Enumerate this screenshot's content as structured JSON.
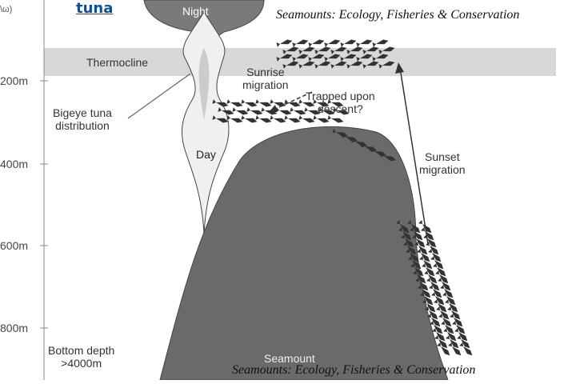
{
  "title_link": "tuna",
  "top_left_fragment": "\\ω)",
  "captions": {
    "top": "Seamounts: Ecology, Fisheries & Conservation",
    "bottom": "Seamounts: Ecology, Fisheries & Conservation"
  },
  "labels": {
    "night": "Night",
    "day": "Day",
    "thermocline": "Thermocline",
    "bigeye_line1": "Bigeye tuna",
    "bigeye_line2": "distribution",
    "sunrise_line1": "Sunrise",
    "sunrise_line2": "migration",
    "trapped_line1": "Trapped upon",
    "trapped_line2": "descent?",
    "sunset_line1": "Sunset",
    "sunset_line2": "migration",
    "bottom_line1": "Bottom depth",
    "bottom_line2": ">4000m",
    "seamount": "Seamount"
  },
  "depth_ticks": [
    "200m",
    "400m",
    "600m",
    "800m"
  ],
  "colors": {
    "seamount": "#6a6a6a",
    "thermocline": "#d8d8d8",
    "night_plume": "#7a7a7a",
    "day_plume": "#f0f0f0",
    "title_link": "#0b4f9c"
  }
}
